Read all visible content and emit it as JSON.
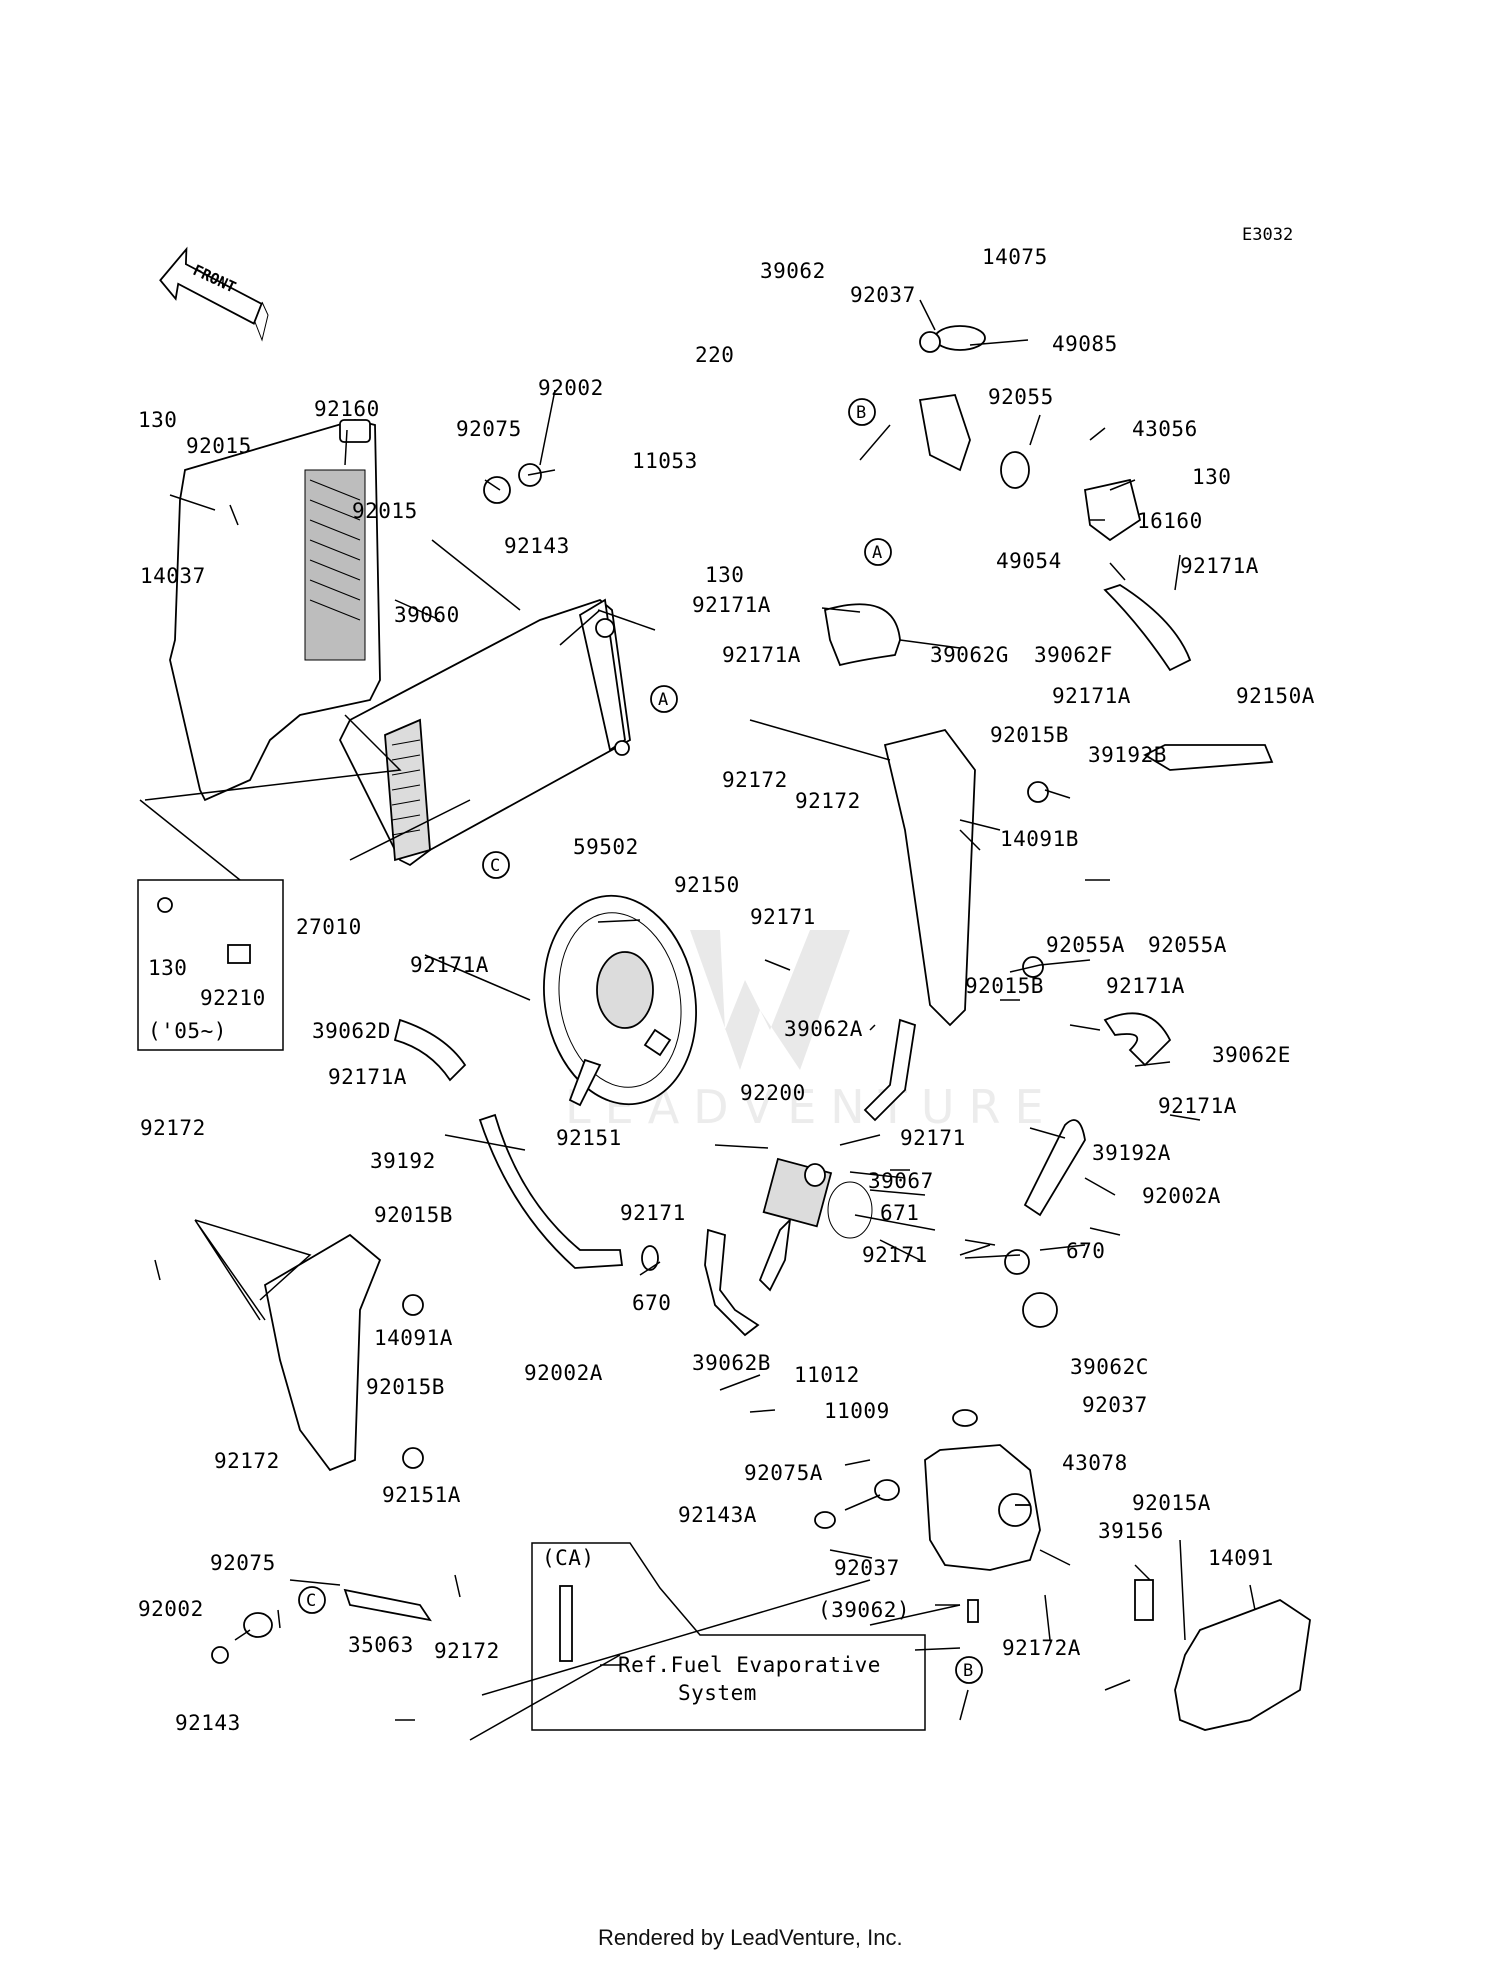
{
  "diagram_code": "E3032",
  "front_label": "FRONT",
  "footer": "Rendered by LeadVenture, Inc.",
  "watermark": "LEADVENTURE",
  "box_05": {
    "label_130": "130",
    "label_92210": "92210",
    "year": "('05~)"
  },
  "ca_box": {
    "tag": "(CA)",
    "ref_line1": "Ref.Fuel Evaporative",
    "ref_line2": "System"
  },
  "circle_markers": {
    "A": "A",
    "B": "B",
    "C": "C"
  },
  "labels": {
    "p130_a": "130",
    "p92015_a": "92015",
    "p92160": "92160",
    "p92075_a": "92075",
    "p92002_a": "92002",
    "p14037": "14037",
    "p92015_b": "92015",
    "p92143_a": "92143",
    "p39060": "39060",
    "p39062_a": "39062",
    "p92037_a": "92037",
    "p14075": "14075",
    "p49085": "49085",
    "p220": "220",
    "p11053": "11053",
    "p92055": "92055",
    "p43056": "43056",
    "p130_b": "130",
    "p130_c": "130",
    "p16160": "16160",
    "p49054": "49054",
    "p92171A_a": "92171A",
    "p92171A_b": "92171A",
    "p39062G": "39062G",
    "p92171A_c": "92171A",
    "p39062F": "39062F",
    "p92171A_d": "92171A",
    "p92150A": "92150A",
    "p92172_a": "92172",
    "p92015B_a": "92015B",
    "p39192B": "39192B",
    "p92172_b": "92172",
    "p14091B": "14091B",
    "p92055A_a": "92055A",
    "p92055A_b": "92055A",
    "p92015B_b": "92015B",
    "p59502": "59502",
    "p92150": "92150",
    "p92171_a": "92171",
    "p27010": "27010",
    "p92171A_e": "92171A",
    "p39062D": "39062D",
    "p92171A_f": "92171A",
    "p39062A": "39062A",
    "p92171A_g": "92171A",
    "p39062E": "39062E",
    "p92171A_h": "92171A",
    "p92200": "92200",
    "p92151": "92151",
    "p92171_b": "92171",
    "p39192A": "39192A",
    "p39067": "39067",
    "p92172_c": "92172",
    "p39192": "39192",
    "p92015B_c": "92015B",
    "p92171_c": "92171",
    "p671": "671",
    "p92002A_a": "92002A",
    "p92171_d": "92171",
    "p670_a": "670",
    "p670_b": "670",
    "p14091A": "14091A",
    "p92002A_b": "92002A",
    "p39062B": "39062B",
    "p11012": "11012",
    "p39062C": "39062C",
    "p92015B_d": "92015B",
    "p11009": "11009",
    "p92037_b": "92037",
    "p92172_d": "92172",
    "p43078": "43078",
    "p92151A": "92151A",
    "p92075A": "92075A",
    "p92015A": "92015A",
    "p92075_b": "92075",
    "p92143A": "92143A",
    "p39156": "39156",
    "p14091": "14091",
    "p92037_c": "92037",
    "p92002_b": "92002",
    "p39062_paren": "(39062)",
    "p35063": "35063",
    "p92172A": "92172A",
    "p92143_b": "92143",
    "p92172_e": "92172"
  }
}
